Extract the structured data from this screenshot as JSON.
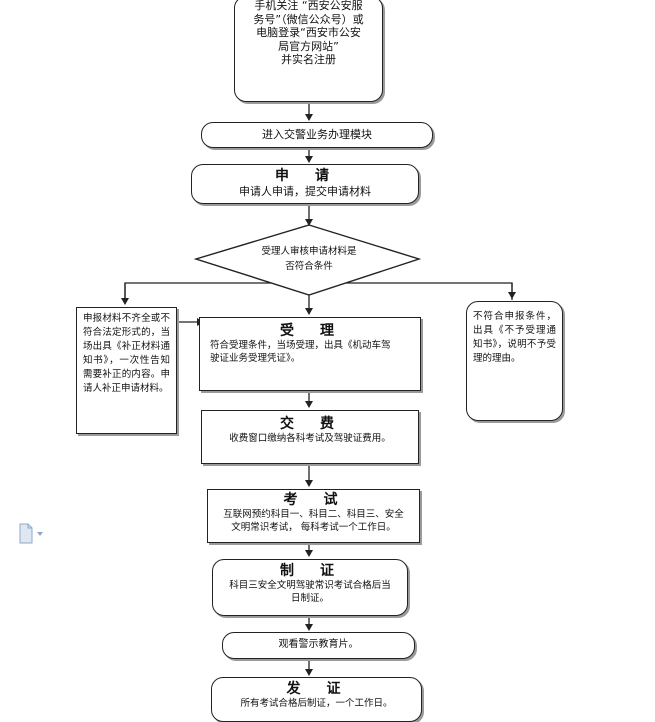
{
  "flowchart": {
    "start_box": {
      "lines": [
        "手机关注 “西安公安服",
        "务号”（微信公众号）或",
        "电脑登录“西安市公安",
        "局官方网站”",
        "并实名注册"
      ]
    },
    "step_enter_module": {
      "label": "进入交警业务办理模块"
    },
    "step_apply": {
      "title": "申　请",
      "desc": "申请人申请，提交申请材料"
    },
    "decision": {
      "lines": [
        "受理人审核申请材料是",
        "否符合条件"
      ]
    },
    "left_box": {
      "text": "申报材料不齐全或不符合法定形式的，当场出具《补正材料通知书》，一次性告知需要补正的内容。申请人补正申请材料。"
    },
    "right_box": {
      "text": "不符合申报条件，出具《不予受理通知书》，说明不予受理的理由。"
    },
    "step_accept": {
      "title": "受　理",
      "desc_lines": [
        "符合受理条件，当场受理，出具《机动车驾",
        "驶证业务受理凭证》。"
      ]
    },
    "step_fee": {
      "title": "交　费",
      "desc": "收费窗口缴纳各科考试及驾驶证费用。"
    },
    "step_exam": {
      "title": "考　试",
      "desc_lines": [
        "互联网预约科目一、科目二、科目三、安全",
        "文明常识考试，  每科考试一个工作日。"
      ]
    },
    "step_license": {
      "title": "制　证",
      "desc_lines": [
        "科目三安全文明驾驶常识考试合格后当",
        "日制证。"
      ]
    },
    "step_video": {
      "label": "观看警示教育片。"
    },
    "step_issue": {
      "title": "发　证",
      "desc": "所有考试合格后制证，一个工作日。"
    }
  },
  "icons": {
    "doc_icon": "document-icon"
  },
  "colors": {
    "line": "#222222",
    "shadow": "#9a9a9a",
    "icon": "#8fa8c8"
  }
}
